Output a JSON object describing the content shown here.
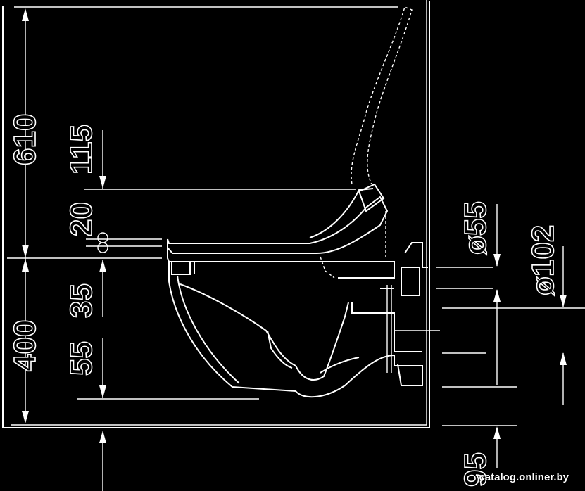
{
  "dimensions": {
    "d610": "610",
    "d115": "115",
    "d20": "20",
    "d400": "400",
    "d35": "35",
    "d55": "55",
    "d_dia55": "ø55",
    "d_dia102": "ø102",
    "d95": "95"
  },
  "watermark": "catalog.onliner.by",
  "colors": {
    "background": "#000000",
    "line": "#ffffff"
  }
}
